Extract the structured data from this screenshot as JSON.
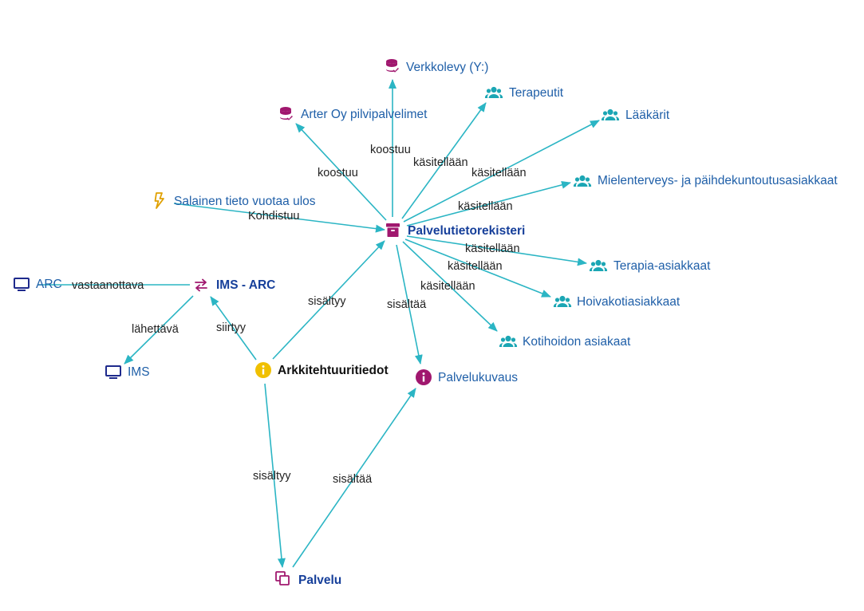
{
  "colors": {
    "edge": "#2bb5c4",
    "label_blue": "#1f5fa8",
    "label_bold_blue": "#163f9a",
    "magenta": "#a0176e",
    "teal": "#1ba6b4",
    "navy": "#1e2a8c",
    "gold": "#f0c000",
    "orange": "#e0a000"
  },
  "nodes": {
    "verkkolevy": {
      "label": "Verkkolevy (Y:)",
      "icon": "database-icon"
    },
    "arter": {
      "label": "Arter Oy pilvipalvelimet",
      "icon": "database-icon"
    },
    "terapeutit": {
      "label": "Terapeutit",
      "icon": "people-icon"
    },
    "laakarit": {
      "label": "Lääkärit",
      "icon": "people-icon"
    },
    "mielenterveys": {
      "label": "Mielenterveys- ja päihdekuntoutusasiakkaat",
      "icon": "people-icon"
    },
    "salainen": {
      "label": "Salainen tieto vuotaa ulos",
      "icon": "lightning-icon"
    },
    "palvelutietorekisteri": {
      "label": "Palvelutietorekisteri",
      "icon": "archive-box-icon"
    },
    "terapia": {
      "label": "Terapia-asiakkaat",
      "icon": "people-icon"
    },
    "hoivakoti": {
      "label": "Hoivakotiasiakkaat",
      "icon": "people-icon"
    },
    "kotihoito": {
      "label": "Kotihoidon asiakaat",
      "icon": "people-icon"
    },
    "arc": {
      "label": "ARC",
      "icon": "monitor-icon"
    },
    "imsarc": {
      "label": "IMS - ARC",
      "icon": "exchange-arrows-icon"
    },
    "ims": {
      "label": "IMS",
      "icon": "monitor-icon"
    },
    "arkkitehtuuritiedot": {
      "label": "Arkkitehtuuritiedot",
      "icon": "info-circle-icon"
    },
    "palvelukuvaus": {
      "label": "Palvelukuvaus",
      "icon": "info-circle-icon"
    },
    "palvelu": {
      "label": "Palvelu",
      "icon": "copy-squares-icon"
    }
  },
  "edges": [
    {
      "from": "palvelutietorekisteri",
      "to": "verkkolevy",
      "label": "koostuu"
    },
    {
      "from": "palvelutietorekisteri",
      "to": "arter",
      "label": "koostuu"
    },
    {
      "from": "palvelutietorekisteri",
      "to": "terapeutit",
      "label": "käsitellään"
    },
    {
      "from": "palvelutietorekisteri",
      "to": "laakarit",
      "label": "käsitellään"
    },
    {
      "from": "palvelutietorekisteri",
      "to": "mielenterveys",
      "label": "käsitellään"
    },
    {
      "from": "palvelutietorekisteri",
      "to": "terapia",
      "label": "käsitellään"
    },
    {
      "from": "palvelutietorekisteri",
      "to": "hoivakoti",
      "label": "käsitellään"
    },
    {
      "from": "palvelutietorekisteri",
      "to": "kotihoito",
      "label": "käsitellään"
    },
    {
      "from": "palvelutietorekisteri",
      "to": "palvelukuvaus",
      "label": "sisältää"
    },
    {
      "from": "salainen",
      "to": "palvelutietorekisteri",
      "label": "Kohdistuu"
    },
    {
      "from": "arkkitehtuuritiedot",
      "to": "palvelutietorekisteri",
      "label": "sisältyy"
    },
    {
      "from": "arkkitehtuuritiedot",
      "to": "imsarc",
      "label": "siirtyy"
    },
    {
      "from": "arkkitehtuuritiedot",
      "to": "palvelu",
      "label": "sisältyy"
    },
    {
      "from": "palvelu",
      "to": "palvelukuvaus",
      "label": "sisältää"
    },
    {
      "from": "imsarc",
      "to": "arc",
      "label": "vastaanottava"
    },
    {
      "from": "imsarc",
      "to": "ims",
      "label": "lähettävä"
    }
  ]
}
